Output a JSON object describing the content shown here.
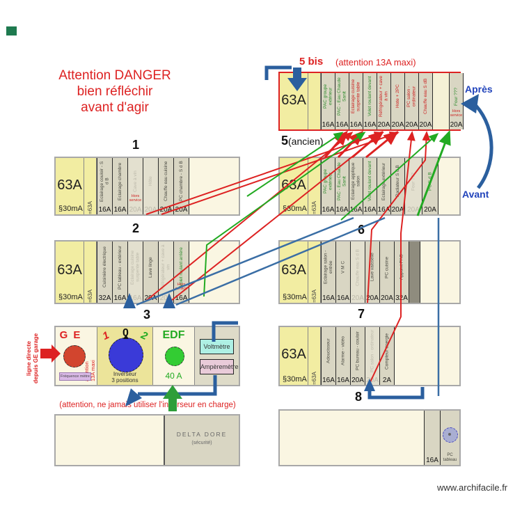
{
  "header": {
    "danger_line1": "Attention DANGER",
    "danger_line2": "bien réfléchir",
    "danger_line3": "avant d'agir"
  },
  "labels": {
    "apres": "Après",
    "avant": "Avant",
    "bis_number": "5 bis",
    "bis_note": "(attention 13A maxi)",
    "inverter_warning": "(attention, ne jamais utiliser l'inverseur en charge)",
    "ligne_directe": "ligne directe\ndepuis GE garage",
    "website": "www.archifacile.fr"
  },
  "colors": {
    "red": "#dd2222",
    "green": "#22aa22",
    "blue_thick": "#2b5f9e",
    "blue_thin": "#3a6ea5",
    "panel_yellow": "#f2eda2",
    "module_grey": "#d9d6c3"
  },
  "panels": [
    {
      "id": "p5bis",
      "number": "5 bis",
      "main": "63A",
      "main_sub": "",
      "vert": "",
      "mw": 20,
      "modules": [
        {
          "label": "PAC groupe extérieur",
          "amp": "16A",
          "color": "green"
        },
        {
          "label": "PAC - Eau Chaude Sanit",
          "amp": "16A",
          "color": "green"
        },
        {
          "label": "Eclairage cuisine suspente table",
          "amp": "16A",
          "color": "red"
        },
        {
          "label": "Volet roulant devant",
          "amp": "16A",
          "color": "green"
        },
        {
          "label": "Réfrigérateur + cave à vin",
          "amp": "20A",
          "color": "red"
        },
        {
          "label": "Hote + 2PC",
          "amp": "20A",
          "color": "red"
        },
        {
          "label": "PC salon - ordinateur",
          "amp": "20A",
          "color": "red"
        },
        {
          "label": "Chauffe eau S dB",
          "amp": "20A",
          "color": "red"
        },
        {
          "label": "",
          "amp": "",
          "color": "empty",
          "width": 24
        },
        {
          "label": "Four ???",
          "amp": "20A",
          "color": "green",
          "extra": "Hors service"
        }
      ]
    },
    {
      "id": "p1",
      "number": "1",
      "main": "63A",
      "main_sub": "§30mA",
      "vert": "=63A",
      "mw": 22,
      "modules": [
        {
          "label": "Eclairage couloir - S d B",
          "amp": "16A",
          "color": "grey"
        },
        {
          "label": "Eclairage chambre",
          "amp": "16A",
          "color": "grey"
        },
        {
          "label": "Cave à vin",
          "amp": "20A",
          "color": "faded",
          "extra": "Hors service"
        },
        {
          "label": "Hôte",
          "amp": "20A",
          "color": "faded"
        },
        {
          "label": "Chauffe eau cuisine",
          "amp": "20A",
          "color": "grey"
        },
        {
          "label": "PC chambre - S d B",
          "amp": "20A",
          "color": "grey"
        }
      ]
    },
    {
      "id": "p5",
      "number": "5",
      "number_suffix": "(ancien)",
      "main": "63A",
      "main_sub": "§30mA",
      "vert": "=63A",
      "mw": 20,
      "modules": [
        {
          "label": "PAC groupe extérieur",
          "amp": "16A",
          "color": "green"
        },
        {
          "label": "PAC - Eau Chaude Sanit",
          "amp": "16A",
          "color": "green"
        },
        {
          "label": "Eclairage applique salon",
          "amp": "16A",
          "color": "grey"
        },
        {
          "label": "Volet roulant devant",
          "amp": "16A",
          "color": "green"
        },
        {
          "label": "Eclairage extérieur",
          "amp": "16A",
          "color": "grey"
        },
        {
          "label": "Radiateur S d B",
          "amp": "20A",
          "color": "grey"
        },
        {
          "label": "Four ???",
          "amp": "20A",
          "color": "faded",
          "width": 25
        },
        {
          "label": "PC  S d B",
          "amp": "20A",
          "color": "green",
          "width": 23
        }
      ]
    },
    {
      "id": "p2",
      "number": "2",
      "main": "63A",
      "main_sub": "§30mA",
      "vert": "=63A",
      "mw": 22,
      "modules": [
        {
          "label": "Cuisinière électrique",
          "amp": "32A",
          "color": "grey"
        },
        {
          "label": "PC tableau - extérieur",
          "amp": "16A",
          "color": "grey"
        },
        {
          "label": "Eclairage cuisine suspente table",
          "amp": "16A",
          "color": "faded"
        },
        {
          "label": "Lave linge",
          "amp": "20A",
          "color": "grey"
        },
        {
          "label": "Réfrigérateur + cave à vin",
          "amp": "20A",
          "color": "faded"
        },
        {
          "label": "Volet roulant arrière",
          "amp": "16A",
          "color": "green",
          "extra": "Hors service"
        }
      ]
    },
    {
      "id": "p6",
      "number": "6",
      "main": "63A",
      "main_sub": "§30mA",
      "vert": "=63A",
      "mw": 21,
      "modules": [
        {
          "label": "Eclairage salon - entrée",
          "amp": "16A",
          "color": "grey"
        },
        {
          "label": "V M C",
          "amp": "16A",
          "color": "grey"
        },
        {
          "label": "Chauffe eau S d B",
          "amp": "20A",
          "color": "faded"
        },
        {
          "label": "Lave vaisselle",
          "amp": "20A",
          "color": "grey"
        },
        {
          "label": "PC cuisine",
          "amp": "20A",
          "color": "grey"
        },
        {
          "label": "Appoint PAC",
          "amp": "32A",
          "color": "grey"
        },
        {
          "label": "",
          "amp": "",
          "color": "dark",
          "width": 16
        }
      ]
    },
    {
      "id": "p7",
      "number": "7",
      "main": "63A",
      "main_sub": "§30mA",
      "vert": "=63A",
      "mw": 21,
      "modules": [
        {
          "label": "Adoucisseur",
          "amp": "16A",
          "color": "grey"
        },
        {
          "label": "Alarme - vidéo",
          "amp": "16A",
          "color": "grey"
        },
        {
          "label": "PC bureau - couloir",
          "amp": "20A",
          "color": "grey"
        },
        {
          "label": "PC salon - ordinateur",
          "amp": "20A",
          "color": "faded"
        },
        {
          "label": "Compteur énergie",
          "amp": "2A",
          "color": "grey"
        }
      ]
    },
    {
      "id": "p8",
      "number": "8",
      "filler_first": true,
      "modules": [
        {
          "label": "",
          "amp": "16A",
          "color": "grey",
          "width": 23
        },
        {
          "label": "PC tableau",
          "amp": "",
          "color": "grey",
          "width": 28,
          "icon": "socket"
        }
      ]
    }
  ],
  "ge_panel": {
    "number": "3",
    "ge_label": "G E",
    "ge_warning": "attention\n13A maxi",
    "freq_label": "Fréquence mètre",
    "pos1": "1",
    "pos0": "0",
    "pos2": "2",
    "inverseur_line1": "Inverseur",
    "inverseur_line2": "3 positions",
    "edf_label": "EDF",
    "edf_amp": "40 A",
    "voltmetre": "Voltmètre",
    "amperemetre": "Ampèremètre"
  },
  "delta_box": {
    "title": "DELTA DORE",
    "subtitle": "(sécurité)"
  }
}
